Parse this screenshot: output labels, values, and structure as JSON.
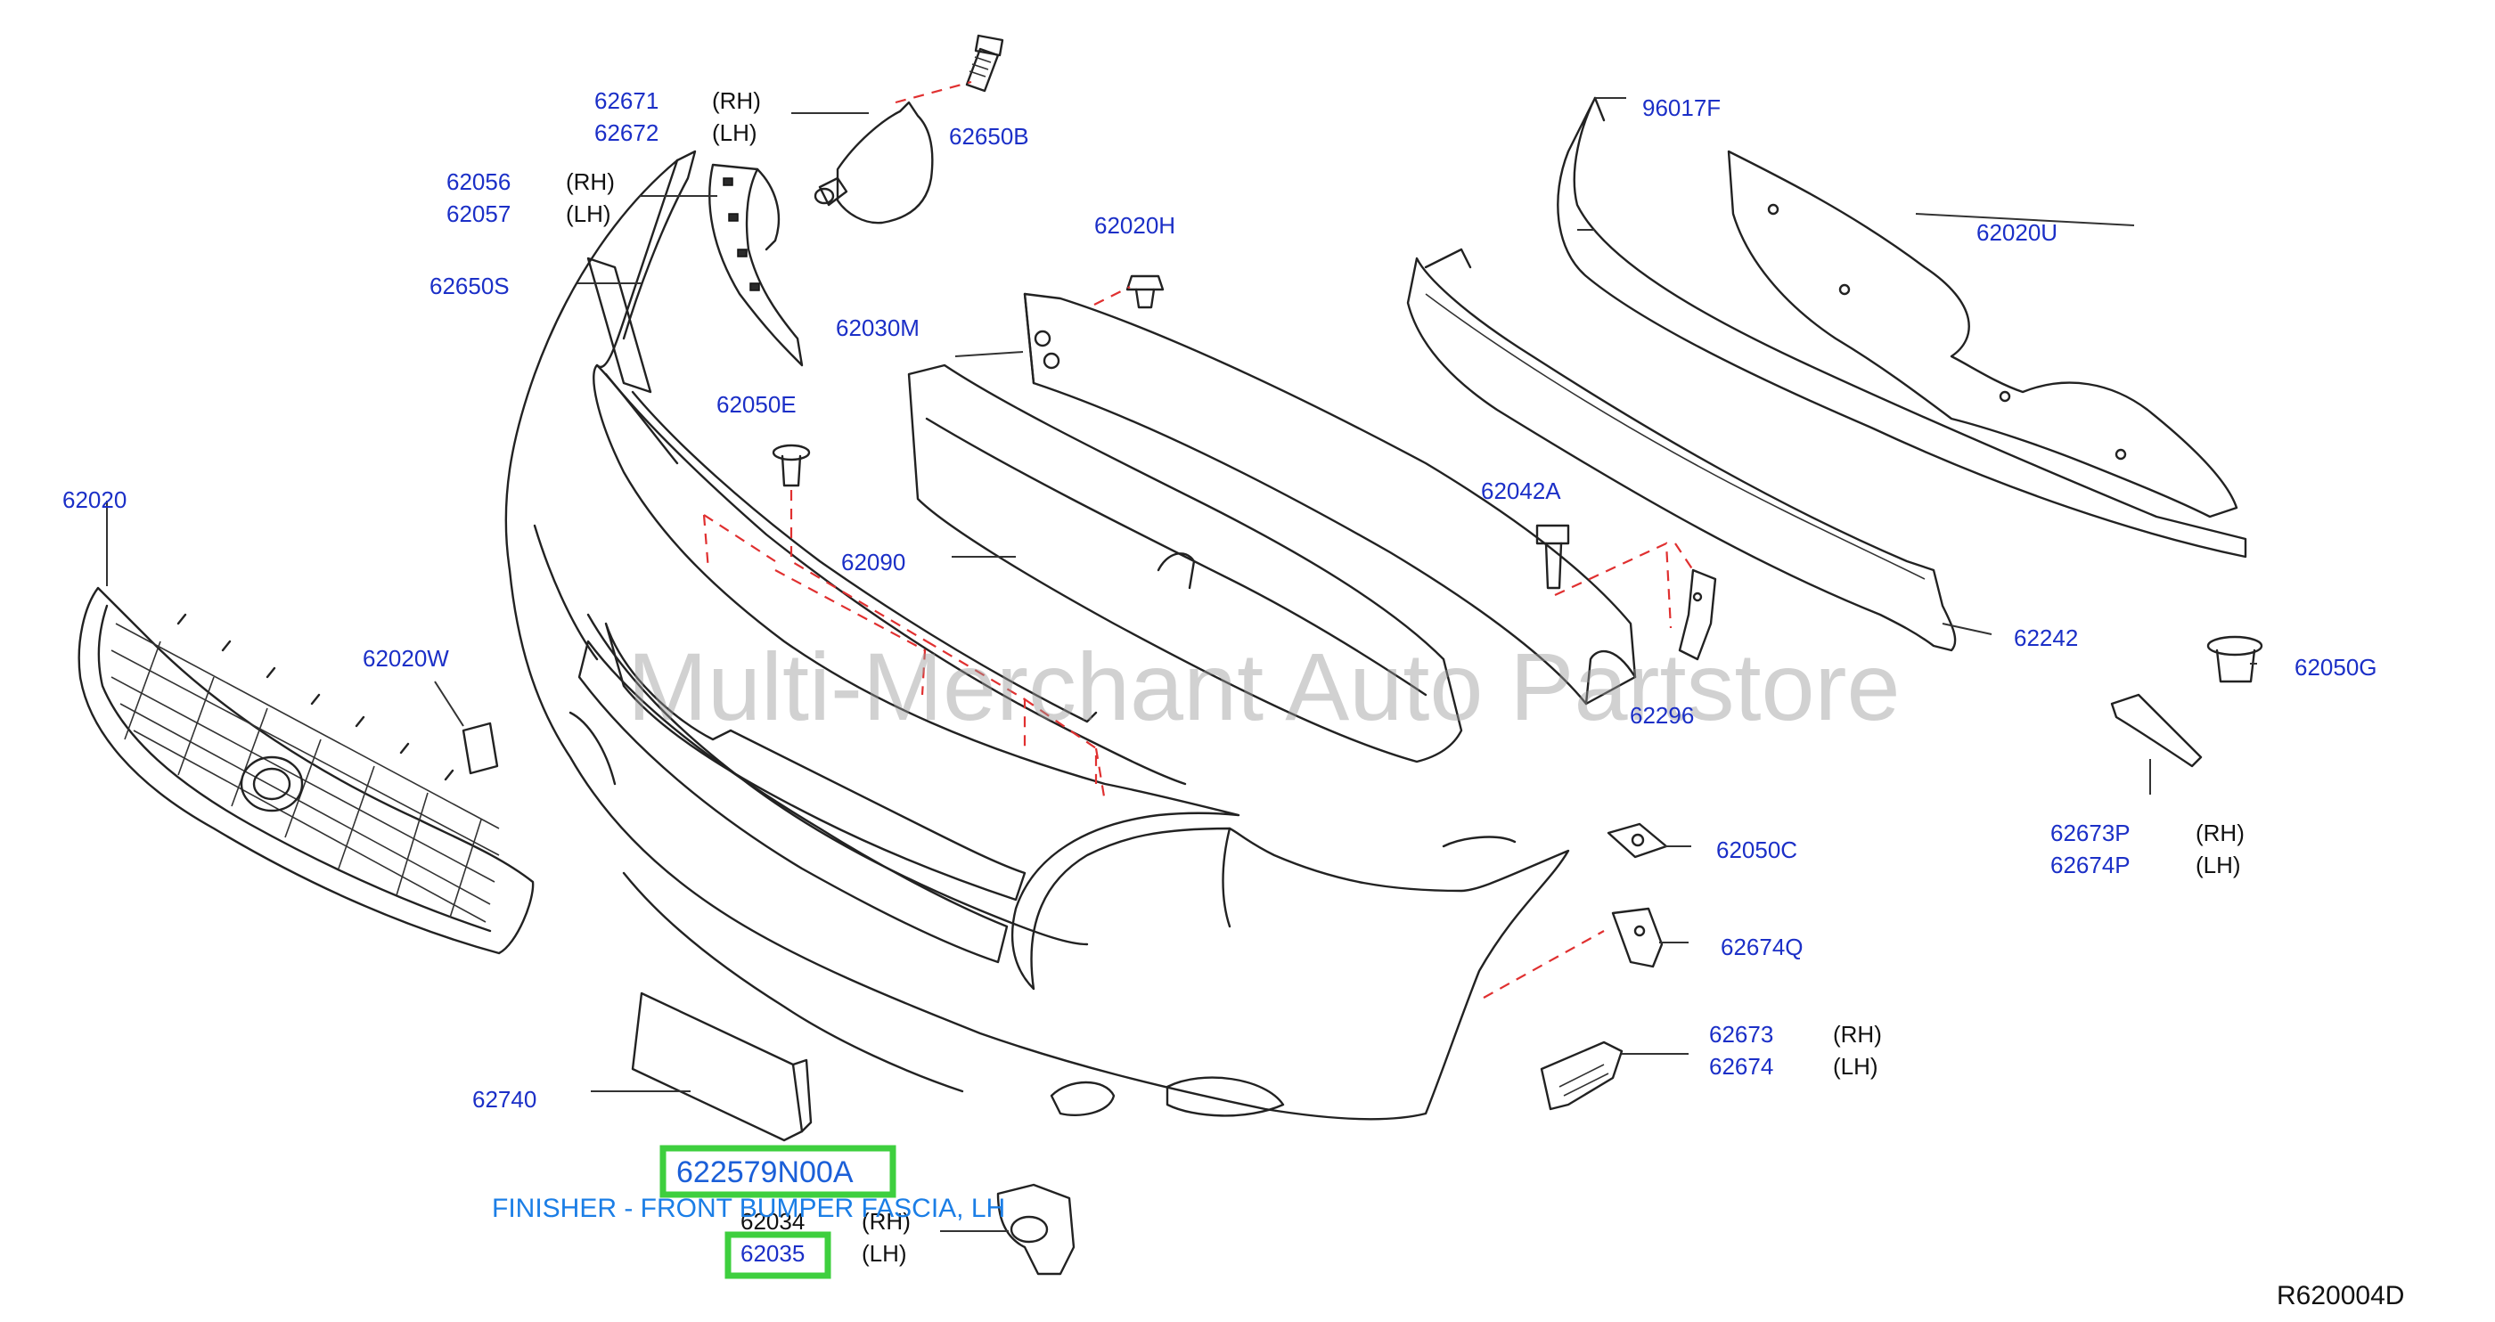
{
  "watermark": "Multi-Merchant Auto Partstore",
  "diagram_ref": "R620004D",
  "highlight": {
    "part_number": "622579N00A",
    "description": "FINISHER - FRONT BUMPER FASCIA, LH"
  },
  "labels": {
    "p62671": "62671",
    "p62671_side": "(RH)",
    "p62672": "62672",
    "p62672_side": "(LH)",
    "p62650B": "62650B",
    "p96017F": "96017F",
    "p62056": "62056",
    "p62056_side": "(RH)",
    "p62057": "62057",
    "p62057_side": "(LH)",
    "p62650S": "62650S",
    "p62020H": "62020H",
    "p62020U": "62020U",
    "p62030M": "62030M",
    "p62050E": "62050E",
    "p62020": "62020",
    "p62090": "62090",
    "p62042A": "62042A",
    "p62242": "62242",
    "p62020W": "62020W",
    "p62296": "62296",
    "p62050G": "62050G",
    "p62673P": "62673P",
    "p62673P_side": "(RH)",
    "p62674P": "62674P",
    "p62674P_side": "(LH)",
    "p62050C": "62050C",
    "p62674Q": "62674Q",
    "p62673": "62673",
    "p62673_side": "(RH)",
    "p62674": "62674",
    "p62674_side": "(LH)",
    "p62740": "62740",
    "p62034": "62034",
    "p62034_side": "(RH)",
    "p62035": "62035",
    "p62035_side": "(LH)"
  },
  "colors": {
    "part_number": "#1b2fc7",
    "highlight_box": "#3ecf3e",
    "dashed_leader": "#e03030"
  }
}
